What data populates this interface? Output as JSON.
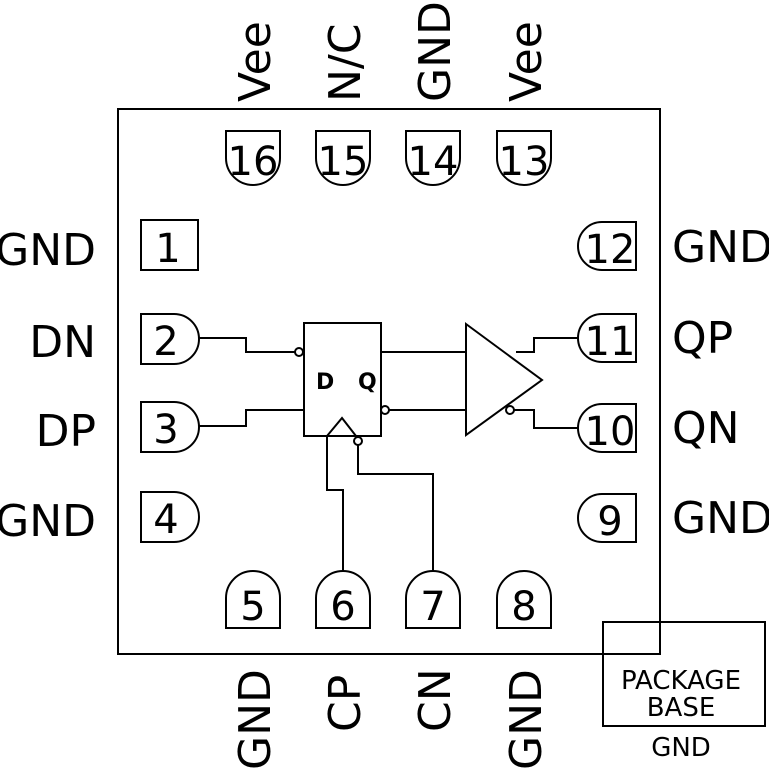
{
  "pins": {
    "p1": {
      "num": "1",
      "name": "GND"
    },
    "p2": {
      "num": "2",
      "name": "DN"
    },
    "p3": {
      "num": "3",
      "name": "DP"
    },
    "p4": {
      "num": "4",
      "name": "GND"
    },
    "p5": {
      "num": "5",
      "name": "GND"
    },
    "p6": {
      "num": "6",
      "name": "CP"
    },
    "p7": {
      "num": "7",
      "name": "CN"
    },
    "p8": {
      "num": "8",
      "name": "GND"
    },
    "p9": {
      "num": "9",
      "name": "GND"
    },
    "p10": {
      "num": "10",
      "name": "QN"
    },
    "p11": {
      "num": "11",
      "name": "QP"
    },
    "p12": {
      "num": "12",
      "name": "GND"
    },
    "p13": {
      "num": "13",
      "name": "Vee"
    },
    "p14": {
      "num": "14",
      "name": "GND"
    },
    "p15": {
      "num": "15",
      "name": "N/C"
    },
    "p16": {
      "num": "16",
      "name": "Vee"
    }
  },
  "flipflop": {
    "d": "D",
    "q": "Q"
  },
  "package_base": {
    "line1": "PACKAGE",
    "line2": "BASE",
    "pin": "GND"
  }
}
